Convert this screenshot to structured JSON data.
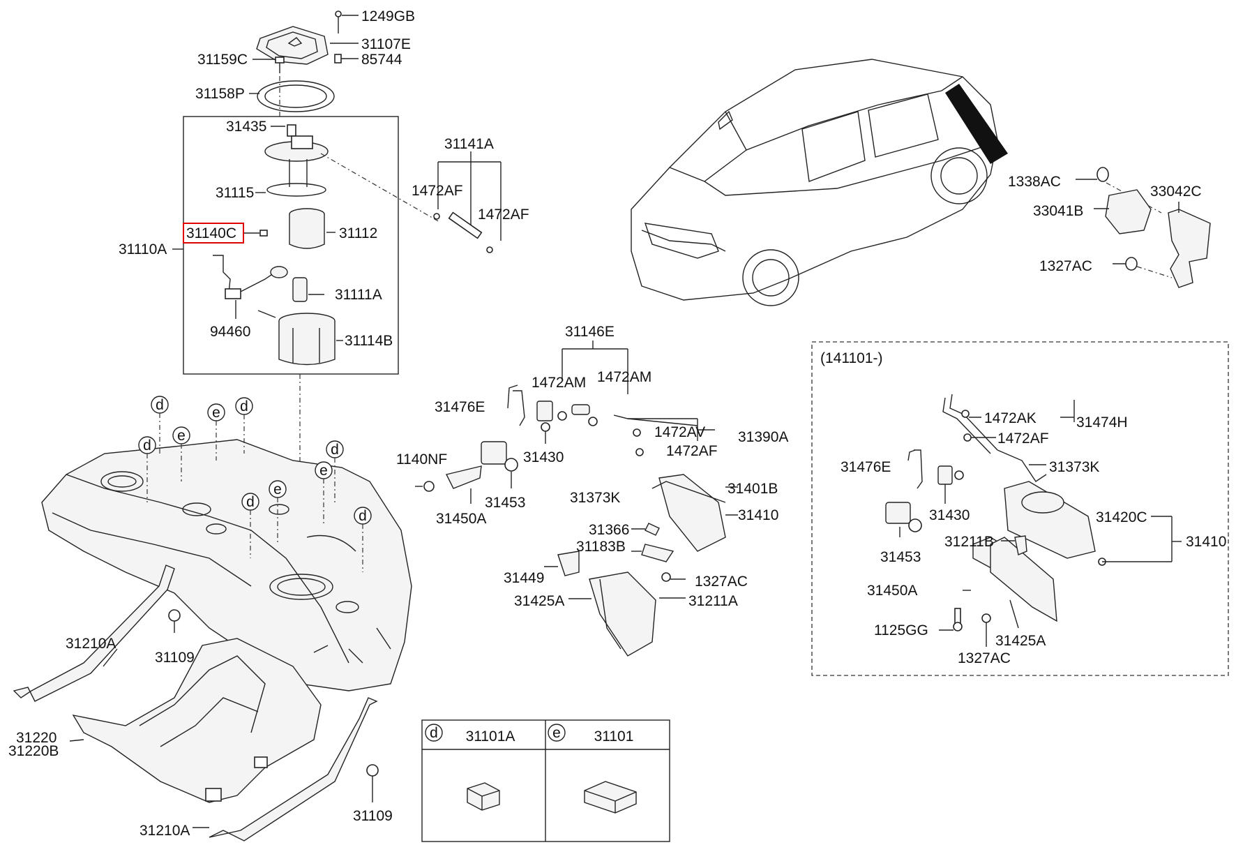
{
  "labels": {
    "l_1249GB": "1249GB",
    "l_31107E": "31107E",
    "l_85744": "85744",
    "l_31159C": "31159C",
    "l_31158P": "31158P",
    "l_31435": "31435",
    "l_31115": "31115",
    "l_31140C": "31140C",
    "l_31112": "31112",
    "l_31110A": "31110A",
    "l_31111A": "31111A",
    "l_94460": "94460",
    "l_31114B": "31114B",
    "l_31141A": "31141A",
    "l_1472AF_a": "1472AF",
    "l_1472AF_b": "1472AF",
    "l_31146E": "31146E",
    "l_1472AM_a": "1472AM",
    "l_1472AM_b": "1472AM",
    "l_31476E_a": "31476E",
    "l_1472AV": "1472AV",
    "l_31390A": "31390A",
    "l_1472AF_c": "1472AF",
    "l_1140NF": "1140NF",
    "l_31430_a": "31430",
    "l_31373K_a": "31373K",
    "l_31401B": "31401B",
    "l_31453_a": "31453",
    "l_31410_a": "31410",
    "l_31450A_a": "31450A",
    "l_31366": "31366",
    "l_31183B": "31183B",
    "l_31449": "31449",
    "l_1327AC_a": "1327AC",
    "l_31425A_a": "31425A",
    "l_31211A": "31211A",
    "l_1338AC": "1338AC",
    "l_33042C": "33042C",
    "l_33041B": "33041B",
    "l_1327AC_b": "1327AC",
    "l_variant": "(141101-)",
    "l_1472AK": "1472AK",
    "l_31474H": "31474H",
    "l_1472AF_d": "1472AF",
    "l_31476E_b": "31476E",
    "l_31373K_b": "31373K",
    "l_31430_b": "31430",
    "l_31420C": "31420C",
    "l_31453_b": "31453",
    "l_31211B": "31211B",
    "l_31410_b": "31410",
    "l_31450A_b": "31450A",
    "l_1125GG": "1125GG",
    "l_31425A_b": "31425A",
    "l_1327AC_c": "1327AC",
    "l_31210A_a": "31210A",
    "l_31109_a": "31109",
    "l_31220": "31220",
    "l_31220B": "31220B",
    "l_31109_b": "31109",
    "l_31210A_b": "31210A"
  },
  "markers": {
    "d": "d",
    "e": "e"
  },
  "legend": {
    "col_d_code": "31101A",
    "col_e_code": "31101"
  },
  "highlight": {
    "color": "#e00000",
    "part": "31140C"
  }
}
